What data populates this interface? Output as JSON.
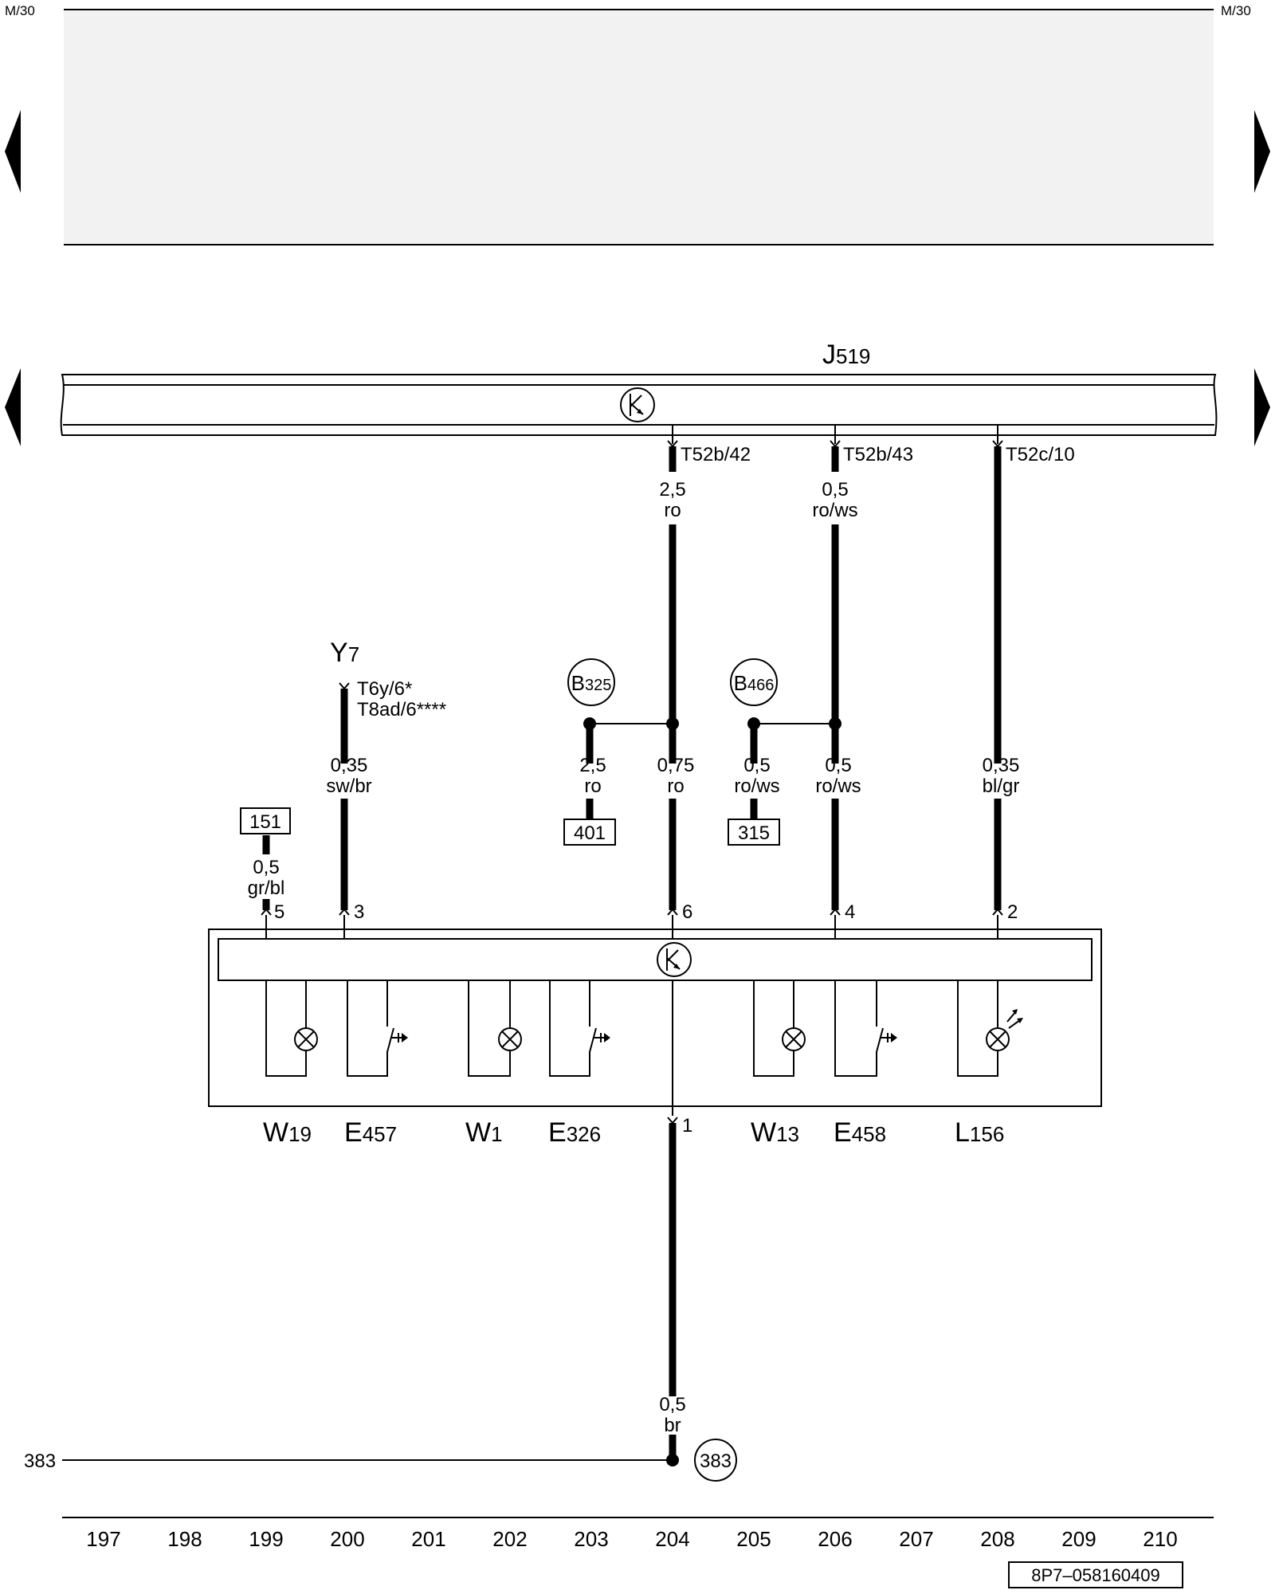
{
  "header": {
    "left_label": "M/30",
    "right_label": "M/30"
  },
  "control_unit": {
    "prefix": "J",
    "number": "519"
  },
  "connectors_top": [
    {
      "label": "T52b/42"
    },
    {
      "label": "T52b/43"
    },
    {
      "label": "T52c/10"
    }
  ],
  "wires_upper": [
    {
      "size": "2,5",
      "color": "ro"
    },
    {
      "size": "0,5",
      "color": "ro/ws"
    }
  ],
  "component_y7": {
    "prefix": "Y",
    "number": "7",
    "connector_1": "T6y/6*",
    "connector_2": "T8ad/6****"
  },
  "splices": [
    {
      "prefix": "B",
      "number": "325"
    },
    {
      "prefix": "B",
      "number": "466"
    }
  ],
  "wires_middle": [
    {
      "size": "0,5",
      "color": "gr/bl"
    },
    {
      "size": "0,35",
      "color": "sw/br"
    },
    {
      "size": "2,5",
      "color": "ro"
    },
    {
      "size": "0,75",
      "color": "ro"
    },
    {
      "size": "0,5",
      "color": "ro/ws"
    },
    {
      "size": "0,5",
      "color": "ro/ws"
    },
    {
      "size": "0,35",
      "color": "bl/gr"
    }
  ],
  "references": [
    "151",
    "401",
    "315"
  ],
  "switch_pins": [
    "5",
    "3",
    "6",
    "4",
    "2",
    "1"
  ],
  "components": [
    {
      "prefix": "W",
      "number": "19"
    },
    {
      "prefix": "E",
      "number": "457"
    },
    {
      "prefix": "W",
      "number": "1"
    },
    {
      "prefix": "E",
      "number": "326"
    },
    {
      "prefix": "W",
      "number": "13"
    },
    {
      "prefix": "E",
      "number": "458"
    },
    {
      "prefix": "L",
      "number": "156"
    }
  ],
  "wire_ground": {
    "size": "0,5",
    "color": "br"
  },
  "ground": {
    "left_label": "383",
    "point_label": "383"
  },
  "footer": {
    "columns": [
      "197",
      "198",
      "199",
      "200",
      "201",
      "202",
      "203",
      "204",
      "205",
      "206",
      "207",
      "208",
      "209",
      "210"
    ],
    "doc_id": "8P7–058160409"
  }
}
